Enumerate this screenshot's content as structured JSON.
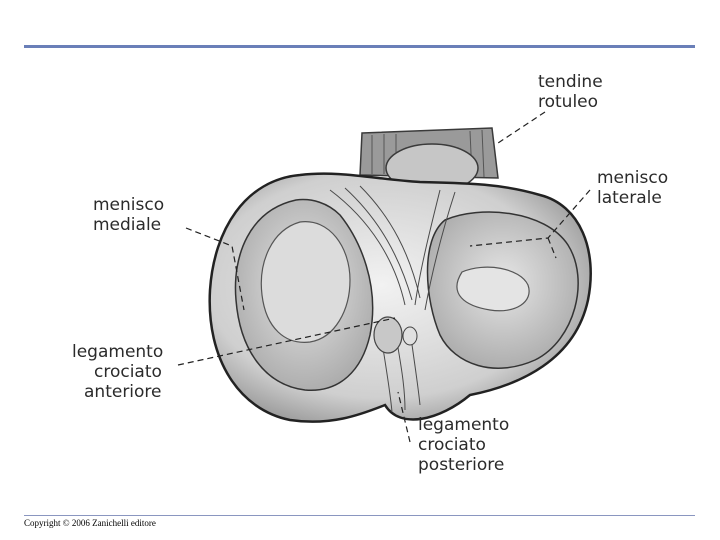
{
  "labels": {
    "tendine": [
      "tendine",
      "rotuleo"
    ],
    "menisco_laterale": [
      "menisco",
      "laterale"
    ],
    "menisco_mediale": [
      "menisco",
      "mediale"
    ],
    "lca": [
      "legamento",
      "crociato",
      "anteriore"
    ],
    "lcp": [
      "legamento",
      "crociato",
      "posteriore"
    ]
  },
  "footer": {
    "copyright": "Copyright © 2006 Zanichelli editore"
  },
  "colors": {
    "accent_rule": "#6a7fb8",
    "label_text": "#2b2b2b"
  }
}
